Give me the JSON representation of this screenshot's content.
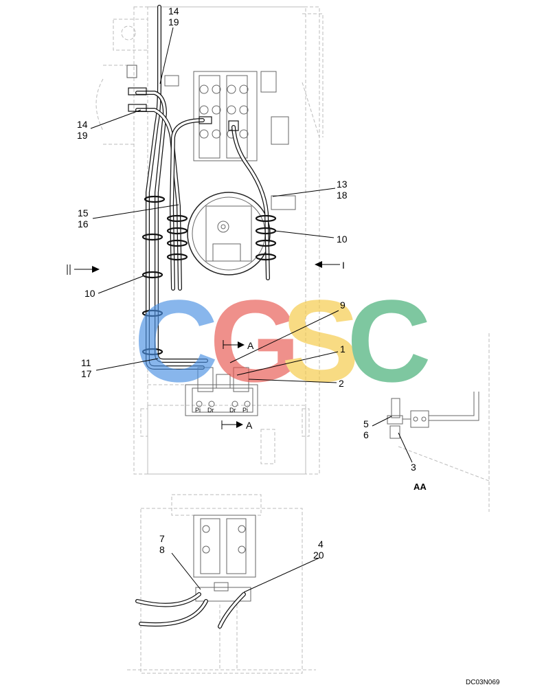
{
  "callouts": [
    {
      "id": "c14a",
      "top": "14",
      "bottom": "19"
    },
    {
      "id": "c14b",
      "top": "14",
      "bottom": "19"
    },
    {
      "id": "c15",
      "top": "15",
      "bottom": "16"
    },
    {
      "id": "c10a",
      "top": "10"
    },
    {
      "id": "c13",
      "top": "13",
      "bottom": "18"
    },
    {
      "id": "c10b",
      "top": "10"
    },
    {
      "id": "c9",
      "top": "9"
    },
    {
      "id": "c1",
      "top": "1"
    },
    {
      "id": "c2",
      "top": "2"
    },
    {
      "id": "c11",
      "top": "11",
      "bottom": "17"
    },
    {
      "id": "c5",
      "top": "5",
      "bottom": "6"
    },
    {
      "id": "c3",
      "top": "3"
    },
    {
      "id": "c7",
      "top": "7",
      "bottom": "8"
    },
    {
      "id": "c4",
      "top": "4",
      "bottom": "20"
    }
  ],
  "section_marks": {
    "left": "I",
    "right": "I",
    "upper_a": "A",
    "lower_a": "A"
  },
  "port_labels": [
    "Pi",
    "Dr",
    "Dr",
    "Pi"
  ],
  "detail_title": "AA",
  "drawing_code": "DC03N069",
  "watermark": {
    "letters": [
      "C",
      "G",
      "S",
      "C"
    ],
    "colors": [
      "#4a90e2",
      "#e8554e",
      "#f5c842",
      "#3aaa6e"
    ]
  }
}
